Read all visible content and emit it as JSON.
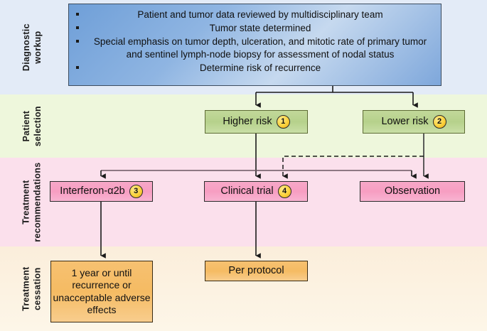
{
  "rows": [
    {
      "key": "diagnostic",
      "label": "Diagnostic\nworkup",
      "band_color": "#e3ebf7"
    },
    {
      "key": "selection",
      "label": "Patient\nselection",
      "band_color": "#eef7dc"
    },
    {
      "key": "treatment",
      "label": "Treatment\nrecommendations",
      "band_color": "#fbe0ec"
    },
    {
      "key": "cessation",
      "label": "Treatment\ncessation",
      "band_color": "#fbeedb"
    }
  ],
  "row_labels": {
    "diagnostic": "Diagnostic workup",
    "selection": "Patient selection",
    "treatment": "Treatment recommendations",
    "cessation": "Treatment cessation"
  },
  "diagnostic_box": {
    "bullets": [
      "Patient and tumor data reviewed by multidisciplinary team",
      "Tumor state determined",
      "Special emphasis on tumor depth, ulceration, and mitotic rate of primary tumor and sentinel lymph-node biopsy for assessment of nodal status",
      "Determine risk of recurrence"
    ],
    "fill": "#8fb5e2"
  },
  "nodes": {
    "higher_risk": {
      "label": "Higher risk",
      "badge": "1",
      "fill": "#b6d18b"
    },
    "lower_risk": {
      "label": "Lower risk",
      "badge": "2",
      "fill": "#b6d18b"
    },
    "interferon": {
      "label": "Interferon-α2b",
      "badge": "3",
      "fill": "#f79ec2"
    },
    "clinical_trial": {
      "label": "Clinical trial",
      "badge": "4",
      "fill": "#f79ec2"
    },
    "observation": {
      "label": "Observation",
      "badge": "",
      "fill": "#f79ec2"
    },
    "duration": {
      "label": "1 year or until recurrence or unacceptable adverse effects",
      "badge": "",
      "fill": "#f5bb63"
    },
    "per_protocol": {
      "label": "Per protocol",
      "badge": "",
      "fill": "#f5bb63"
    }
  },
  "connectors": [
    {
      "from": "diagnostic_box",
      "to": "higher_risk",
      "style": "solid"
    },
    {
      "from": "diagnostic_box",
      "to": "lower_risk",
      "style": "solid"
    },
    {
      "from": "higher_risk",
      "to": "interferon",
      "style": "solid"
    },
    {
      "from": "higher_risk",
      "to": "clinical_trial",
      "style": "solid"
    },
    {
      "from": "higher_risk",
      "to": "observation",
      "style": "solid"
    },
    {
      "from": "lower_risk",
      "to": "observation",
      "style": "solid"
    },
    {
      "from": "lower_risk",
      "to": "clinical_trial",
      "style": "dashed"
    },
    {
      "from": "interferon",
      "to": "duration",
      "style": "solid"
    },
    {
      "from": "clinical_trial",
      "to": "per_protocol",
      "style": "solid"
    }
  ],
  "colors": {
    "line": "#1a1a1a",
    "line_muted": "#6b5560",
    "badge_fill": "#fbd23d"
  }
}
